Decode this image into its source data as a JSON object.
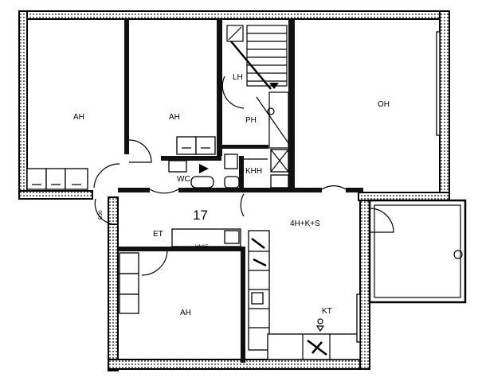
{
  "apartment": {
    "number": "17",
    "type_label": "4H+K+S"
  },
  "rooms": {
    "ah1": "AH",
    "ah2": "AH",
    "ah3": "AH",
    "oh": "OH",
    "lh": "LH",
    "ph": "PH",
    "wc": "WC",
    "khh": "KHH",
    "et": "ET",
    "kt": "KT"
  },
  "fixtures": {
    "vent_label": "VN15",
    "door_code": "B30"
  }
}
